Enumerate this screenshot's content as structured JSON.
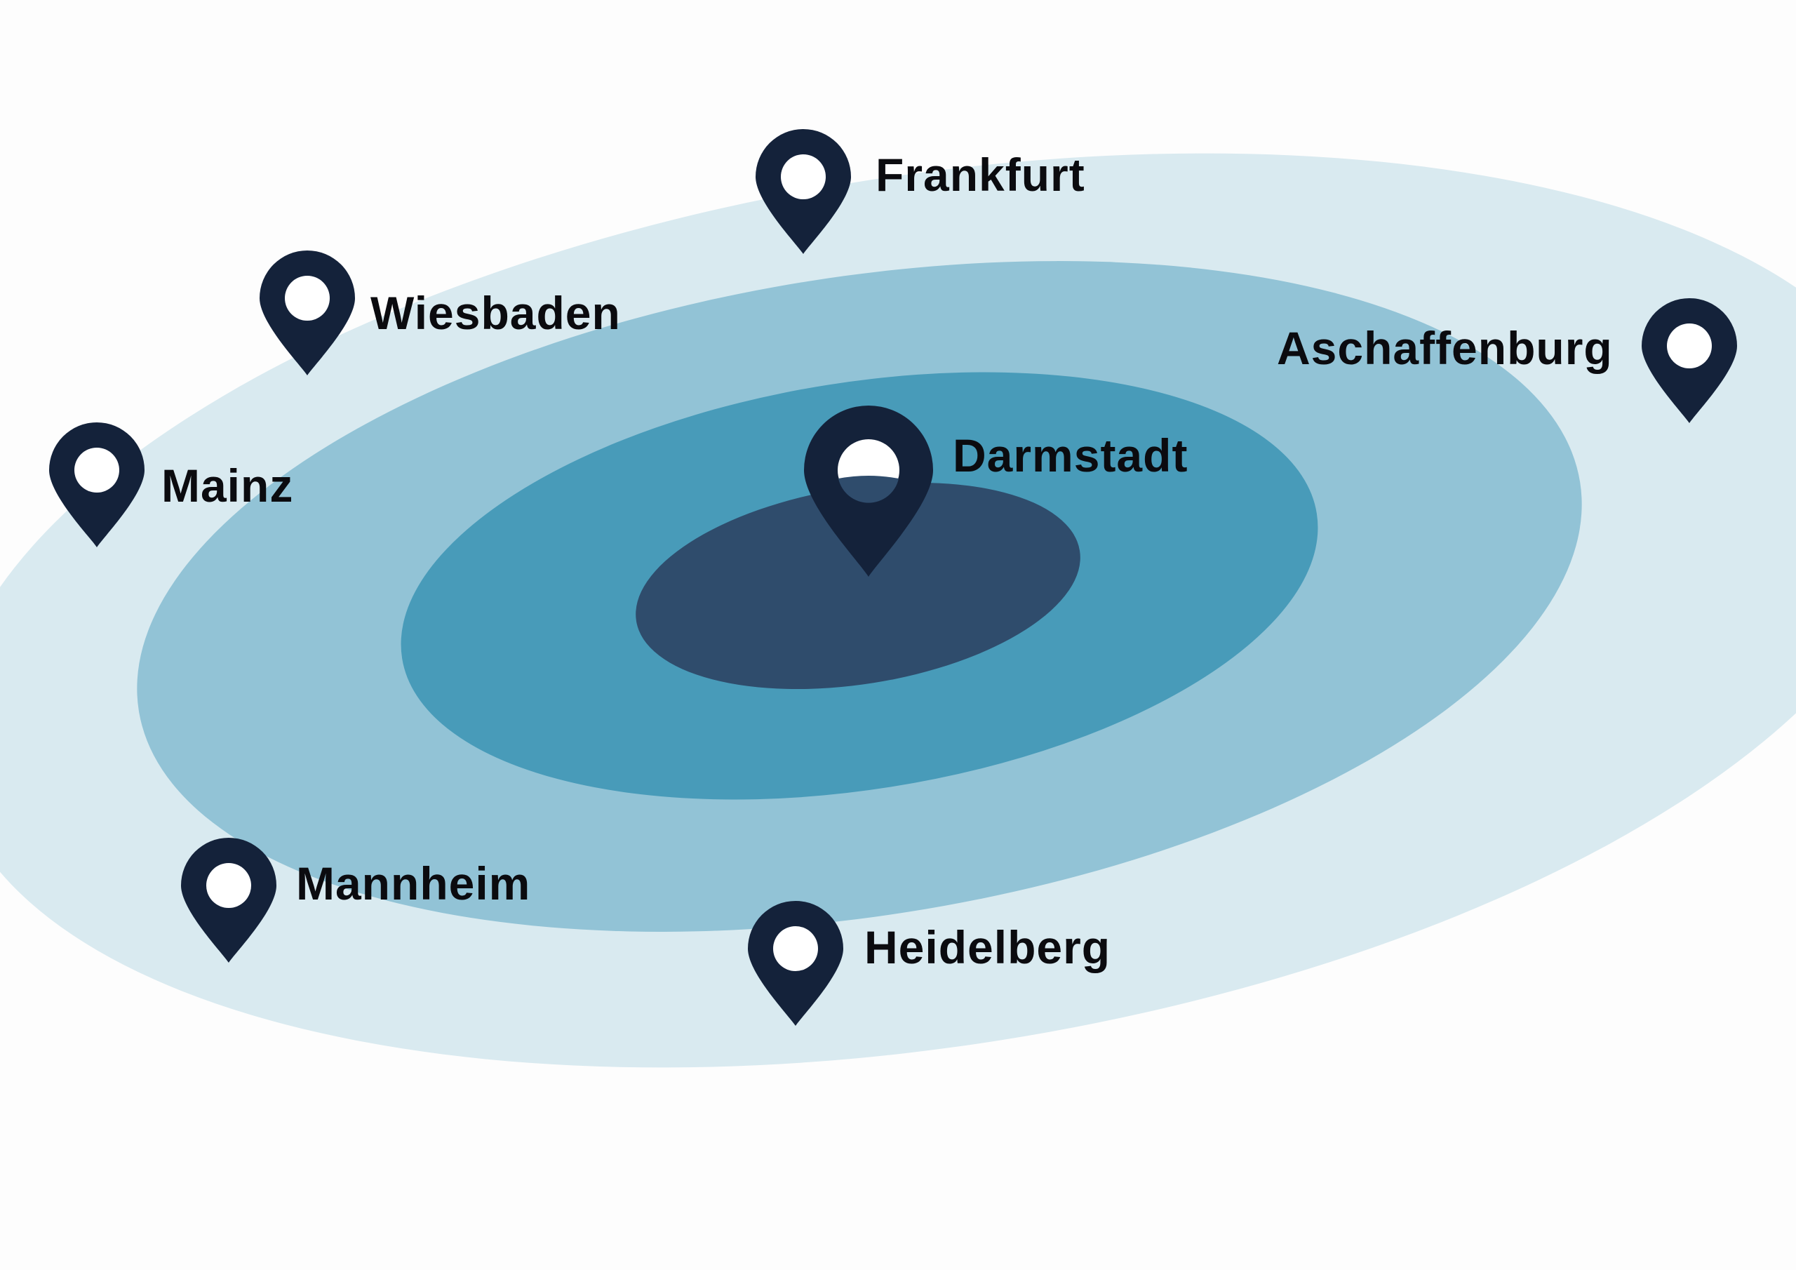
{
  "colors": {
    "background": "#fdfdfd",
    "zone_outer": "#d9eaf0",
    "zone_second": "#92c3d6",
    "zone_third": "#489bb9",
    "zone_center": "#2f4c6c",
    "pin": "#14223a",
    "pin_hole": "#ffffff",
    "label": "#0b0b0f"
  },
  "center_city": {
    "name": "Darmstadt",
    "icon": "map-pin-icon"
  },
  "cities": [
    {
      "id": "frankfurt",
      "name": "Frankfurt",
      "icon": "map-pin-icon"
    },
    {
      "id": "wiesbaden",
      "name": "Wiesbaden",
      "icon": "map-pin-icon"
    },
    {
      "id": "aschaffenburg",
      "name": "Aschaffenburg",
      "icon": "map-pin-icon"
    },
    {
      "id": "mainz",
      "name": "Mainz",
      "icon": "map-pin-icon"
    },
    {
      "id": "mannheim",
      "name": "Mannheim",
      "icon": "map-pin-icon"
    },
    {
      "id": "heidelberg",
      "name": "Heidelberg",
      "icon": "map-pin-icon"
    }
  ]
}
